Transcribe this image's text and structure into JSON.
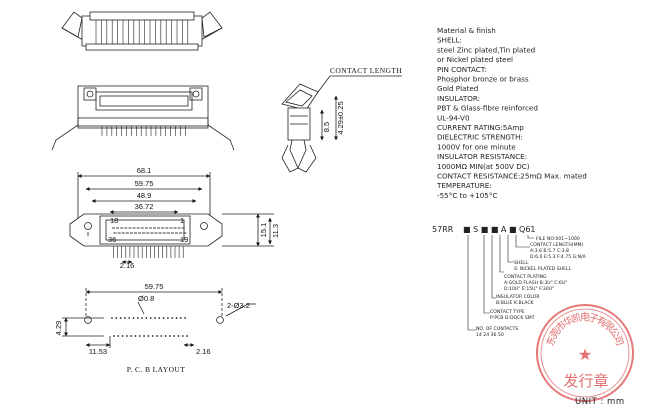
{
  "dimensions": {
    "d68_1": "68.1",
    "d59_75": "59.75",
    "d48_9": "48.9",
    "d36_72": "36.72",
    "d2_16": "2.16",
    "d15_1": "15.1",
    "d11_3": "11.3",
    "d18": "18",
    "d1": "1",
    "d36": "36",
    "d19": "19",
    "d8_5": "8.5",
    "d4_29_tol": "4.29±0.25",
    "pcb_width": "59.75",
    "pcb_hole_small": "Ø0.8",
    "pcb_hole_large": "2-Ø3.2",
    "pcb_4_29": "4.29",
    "pcb_11_53": "11.53",
    "pcb_2_16": "2.16"
  },
  "labels": {
    "contact_length": "CONTACT LENGTH",
    "pcb_layout": "P. C. B   LAYOUT",
    "unit": "UNIT : mm"
  },
  "specs": [
    "Material & finish",
    "SHELL:",
    "steel Zinc plated,Tin plated",
    "or Nickel plated steel",
    "PIN CONTACT:",
    "Phosphor bronze or brass",
    "Gold Plated",
    "INSULATOR:",
    "PBT & Glass-fibre reinforced",
    "UL-94-V0",
    "CURRENT RATING:5Amp",
    "DIELECTRIC STRENGTH:",
    "1000V for one minute",
    "INSULATOR RESISTANCE:",
    "1000MΩ MIN(at 500V DC)",
    "CONTACT RESISTANCE:25mΩ Max. mated",
    "TEMPERATURE:",
    "-55°C to +105°C"
  ],
  "part_number": {
    "prefix": "57RR",
    "code": "■ S ■ ■ A ■ Q61",
    "notes": {
      "file_no": "FILE NO:001~1000",
      "contact_length_title": "CONTACT LENGTH(MM)",
      "contact_length_row1": "A:3.6    B:5.7    C:3.8",
      "contact_length_row2": "D:6.0    E:5.3    F:4.75    G:N/A",
      "shell": "SHELL",
      "shell_opts": "S: NICKEL PLATED SHELL",
      "contact_plating": "CONTACT PLATING",
      "contact_plating_row1": "A:GOLD FLASH   B:3U\" C:6U\"",
      "contact_plating_row2": "D:10U\"  E:15U\"  F:30U\"",
      "insulator_color": "INSULATOR COLOR",
      "insulator_color_opts": "B:BLUE  K:BLACK",
      "contact_type": "CONTACT TYPE",
      "contact_type_opts": "P:PCB  D:DOCK  SMT",
      "contacts": "NO. OF CONTACTS",
      "contacts_opts": "14  24  36  50"
    }
  },
  "stamp": {
    "ring_text": "东莞市华凯电子有限公司",
    "center_text": "发行章"
  }
}
